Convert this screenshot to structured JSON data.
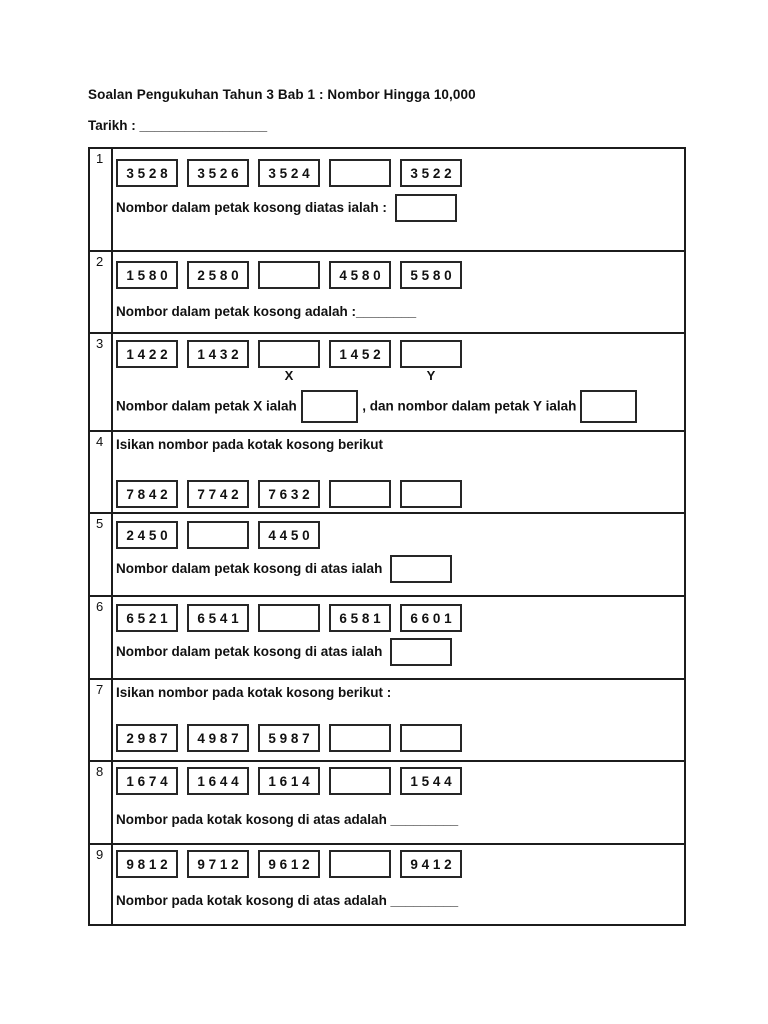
{
  "page": {
    "title": "Soalan Pengukuhan Tahun 3 Bab 1 : Nombor Hingga 10,000",
    "date_line": "Tarikh : _________________"
  },
  "questions": [
    {
      "num": "1",
      "boxes": [
        "3 5 2 8",
        "3 5 2 6",
        "3 5 2 4",
        "",
        "3 5 2 2"
      ],
      "prompt": "Nombor dalam petak kosong diatas ialah :"
    },
    {
      "num": "2",
      "boxes": [
        "1 5 8 0",
        "2 5 8 0",
        "",
        "4 5 8 0",
        "5 5 8 0"
      ],
      "prompt": "Nombor dalam petak kosong adalah :________"
    },
    {
      "num": "3",
      "boxes": [
        "1 4 2 2",
        "1 4 3 2",
        "",
        "1 4 5 2",
        ""
      ],
      "label_x": "X",
      "label_y": "Y",
      "prompt_x": "Nombor dalam petak X ialah",
      "prompt_y": ", dan nombor dalam petak Y ialah"
    },
    {
      "num": "4",
      "instruction": "Isikan nombor pada kotak kosong berikut",
      "boxes": [
        "7 8 4 2",
        "7 7 4 2",
        "7 6 3 2",
        "",
        ""
      ]
    },
    {
      "num": "5",
      "boxes": [
        "2 4 5 0",
        "",
        "4 4 5 0"
      ],
      "prompt": "Nombor dalam petak kosong di atas ialah"
    },
    {
      "num": "6",
      "boxes": [
        "6 5 2 1",
        "6 5 4 1",
        "",
        "6 5 8 1",
        "6 6 0 1"
      ],
      "prompt": "Nombor dalam petak kosong di atas ialah"
    },
    {
      "num": "7",
      "instruction": "Isikan nombor pada kotak kosong berikut :",
      "boxes": [
        "2 9 8 7",
        "4 9 8 7",
        "5 9 8 7",
        "",
        ""
      ]
    },
    {
      "num": "8",
      "boxes": [
        "1 6 7 4",
        "1 6 4 4",
        "1 6 1 4",
        "",
        "1 5 4 4"
      ],
      "prompt": "Nombor pada kotak kosong di atas adalah _________"
    },
    {
      "num": "9",
      "boxes": [
        "9 8 1 2",
        "9 7 1 2",
        "9 6 1 2",
        "",
        "9 4 1 2"
      ],
      "prompt": "Nombor pada kotak kosong di atas adalah _________"
    }
  ]
}
